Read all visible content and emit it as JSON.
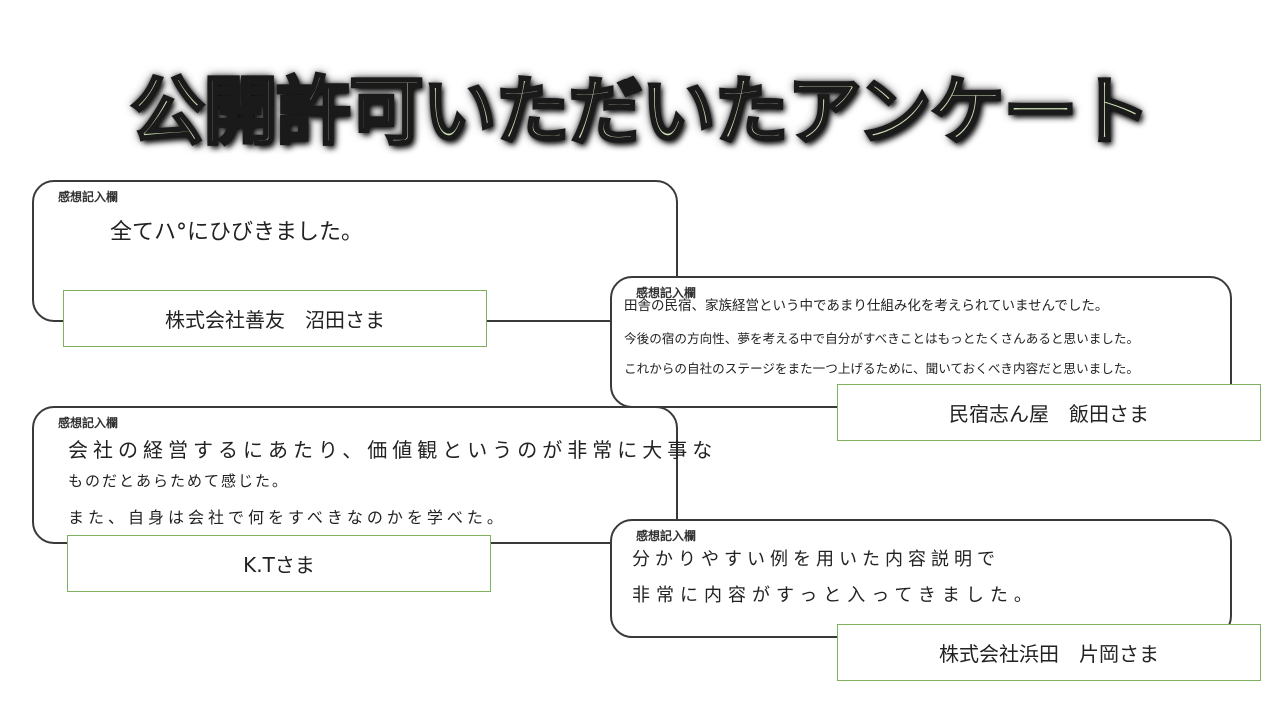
{
  "title": "公開許可いただいたアンケート",
  "cards": [
    {
      "label": "感想記入欄",
      "lines": [
        "全てハ°にひびきました。"
      ],
      "name": "株式会社善友　沼田さま"
    },
    {
      "label": "感想記入欄",
      "lines": [
        "田舎の民宿、家族経営という中であまり仕組み化を考えられていませんでした。",
        "今後の宿の方向性、夢を考える中で自分がすべきことはもっとたくさんあると思いました。",
        "これからの自社のステージをまた一つ上げるために、聞いておくべき内容だと思いました。"
      ],
      "name": "民宿志ん屋　飯田さま"
    },
    {
      "label": "感想記入欄",
      "lines": [
        "会社の経営するにあたり、価値観というのが非常に大事な",
        "ものだとあらためて感じた。",
        "また、自身は会社で何をすべきなのかを学べた。"
      ],
      "name": "K.Tさま"
    },
    {
      "label": "感想記入欄",
      "lines": [
        "分かりやすい例を用いた内容説明で",
        "非常に内容がすっと入ってきました。"
      ],
      "name": "株式会社浜田　片岡さま"
    }
  ]
}
